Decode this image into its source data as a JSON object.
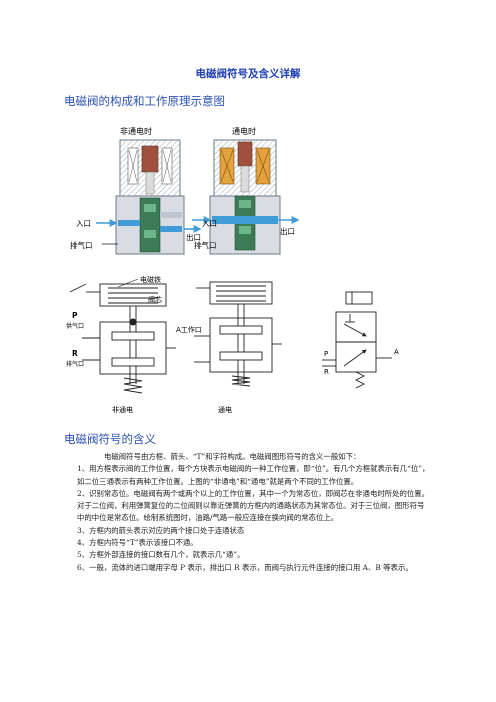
{
  "title": "电磁阀符号及含义详解",
  "section1": {
    "heading": "电磁阀的构成和工作原理示意图",
    "fig_top": {
      "left_caption": "非通电时",
      "right_caption": "通电时",
      "left_inlet": "入口",
      "left_outlet": "出口",
      "left_exhaust": "排气口",
      "right_inlet": "入口",
      "right_outlet": "出口",
      "right_exhaust": "排气口"
    },
    "fig_bottom": {
      "solenoid_label": "电磁铁",
      "spool_label": "阀芯",
      "p_letter": "P",
      "p_text": "供气口",
      "a_label": "A工作口",
      "r_letter": "R",
      "r_text": "排气口",
      "left_caption": "非通电",
      "mid_caption": "通电",
      "sym_p": "P",
      "sym_r": "R",
      "sym_a": "A"
    }
  },
  "section2": {
    "heading": "电磁阀符号的含义",
    "paragraphs": [
      "电磁阀符号由方框、箭头、“T”和字符构成。电磁阀图形符号的含义一般如下：",
      "1、用方框表示阀的工作位置，每个方块表示电磁阀的一种工作位置，即“位”。有几个方框就表示有几“位”，如二位三通表示有两种工作位置。上图的“非通电”和“通电”就是两个不同的工作位置。",
      "2、识别常态位。电磁阀有两个或两个以上的工作位置，其中一个为常态位，即阀芯在非通电时所处的位置。对于二位阀，利用弹簧复位的二位阀则以靠近弹簧的方框内的通路状态为其常态位。对于三位阀，图形符号中的中位是常态位。绘制系统图时，油路/气路一般应连接在换向阀的常态位上。",
      "3、方框内的箭头表示对应的两个接口处于连通状态",
      "4、方框内符号“T”表示该接口不通。",
      "5、方框外部连接的接口数有几个，就表示几“通”。",
      "6、一般，流体的进口端用字母 P 表示，排出口 R 表示，而阀与执行元件连接的接口用 A、B 等表示。"
    ]
  },
  "colors": {
    "title": "#1f3fb5",
    "heading": "#2d52b4",
    "coil_off": "#a0513e",
    "coil_on": "#e3a23e",
    "body_green": "#3b7c57",
    "flow_blue": "#3f9cd6"
  }
}
